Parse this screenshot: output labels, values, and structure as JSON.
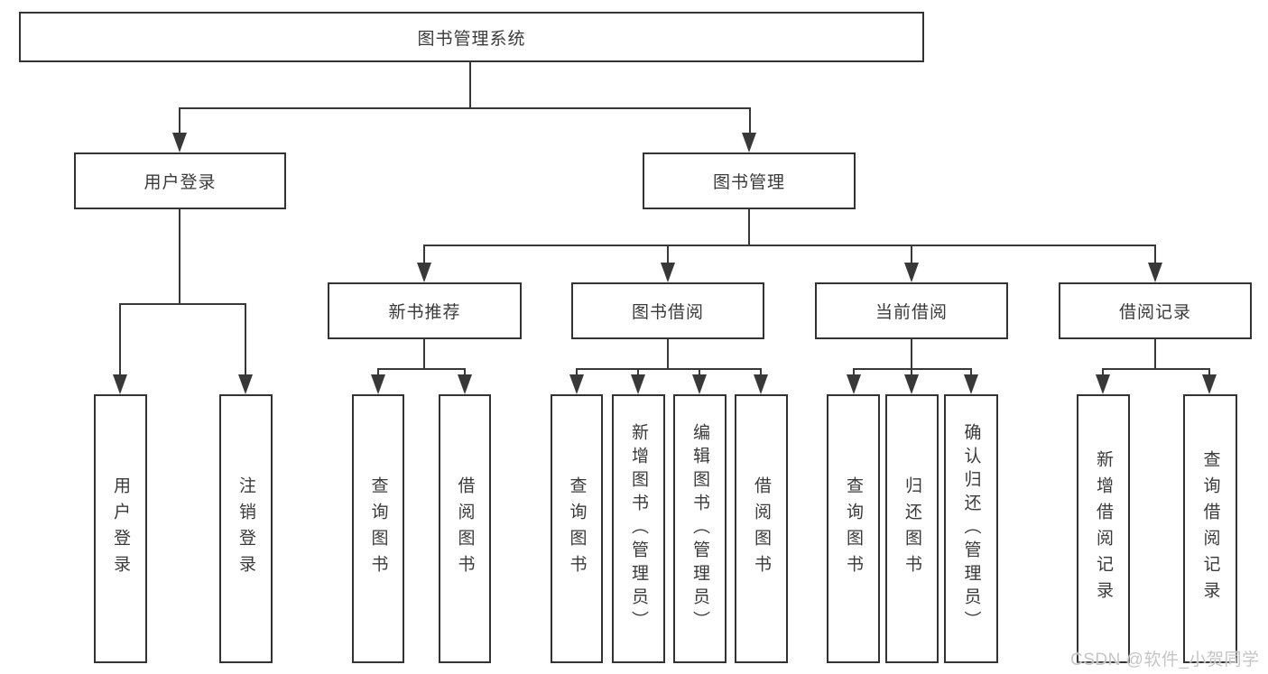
{
  "diagram": {
    "root_label": "图书管理系统",
    "branches": [
      {
        "label": "用户登录",
        "children": [
          "用户登录",
          "注销登录"
        ]
      },
      {
        "label": "图书管理",
        "groups": [
          {
            "label": "新书推荐",
            "children": [
              "查询图书",
              "借阅图书"
            ]
          },
          {
            "label": "图书借阅",
            "children": [
              "查询图书",
              "新增图书（管理员）",
              "编辑图书（管理员）",
              "借阅图书"
            ]
          },
          {
            "label": "当前借阅",
            "children": [
              "查询图书",
              "归还图书",
              "确认归还（管理员）"
            ]
          },
          {
            "label": "借阅记录",
            "children": [
              "新增借阅记录",
              "查询借阅记录"
            ]
          }
        ]
      }
    ]
  },
  "watermark": {
    "text": "CSDN @软件_小贺同学"
  },
  "colors": {
    "line": "#383838",
    "box_border": "#333333",
    "text": "#3a3a3a",
    "background": "#ffffff",
    "watermark": "#c6c6c6"
  }
}
